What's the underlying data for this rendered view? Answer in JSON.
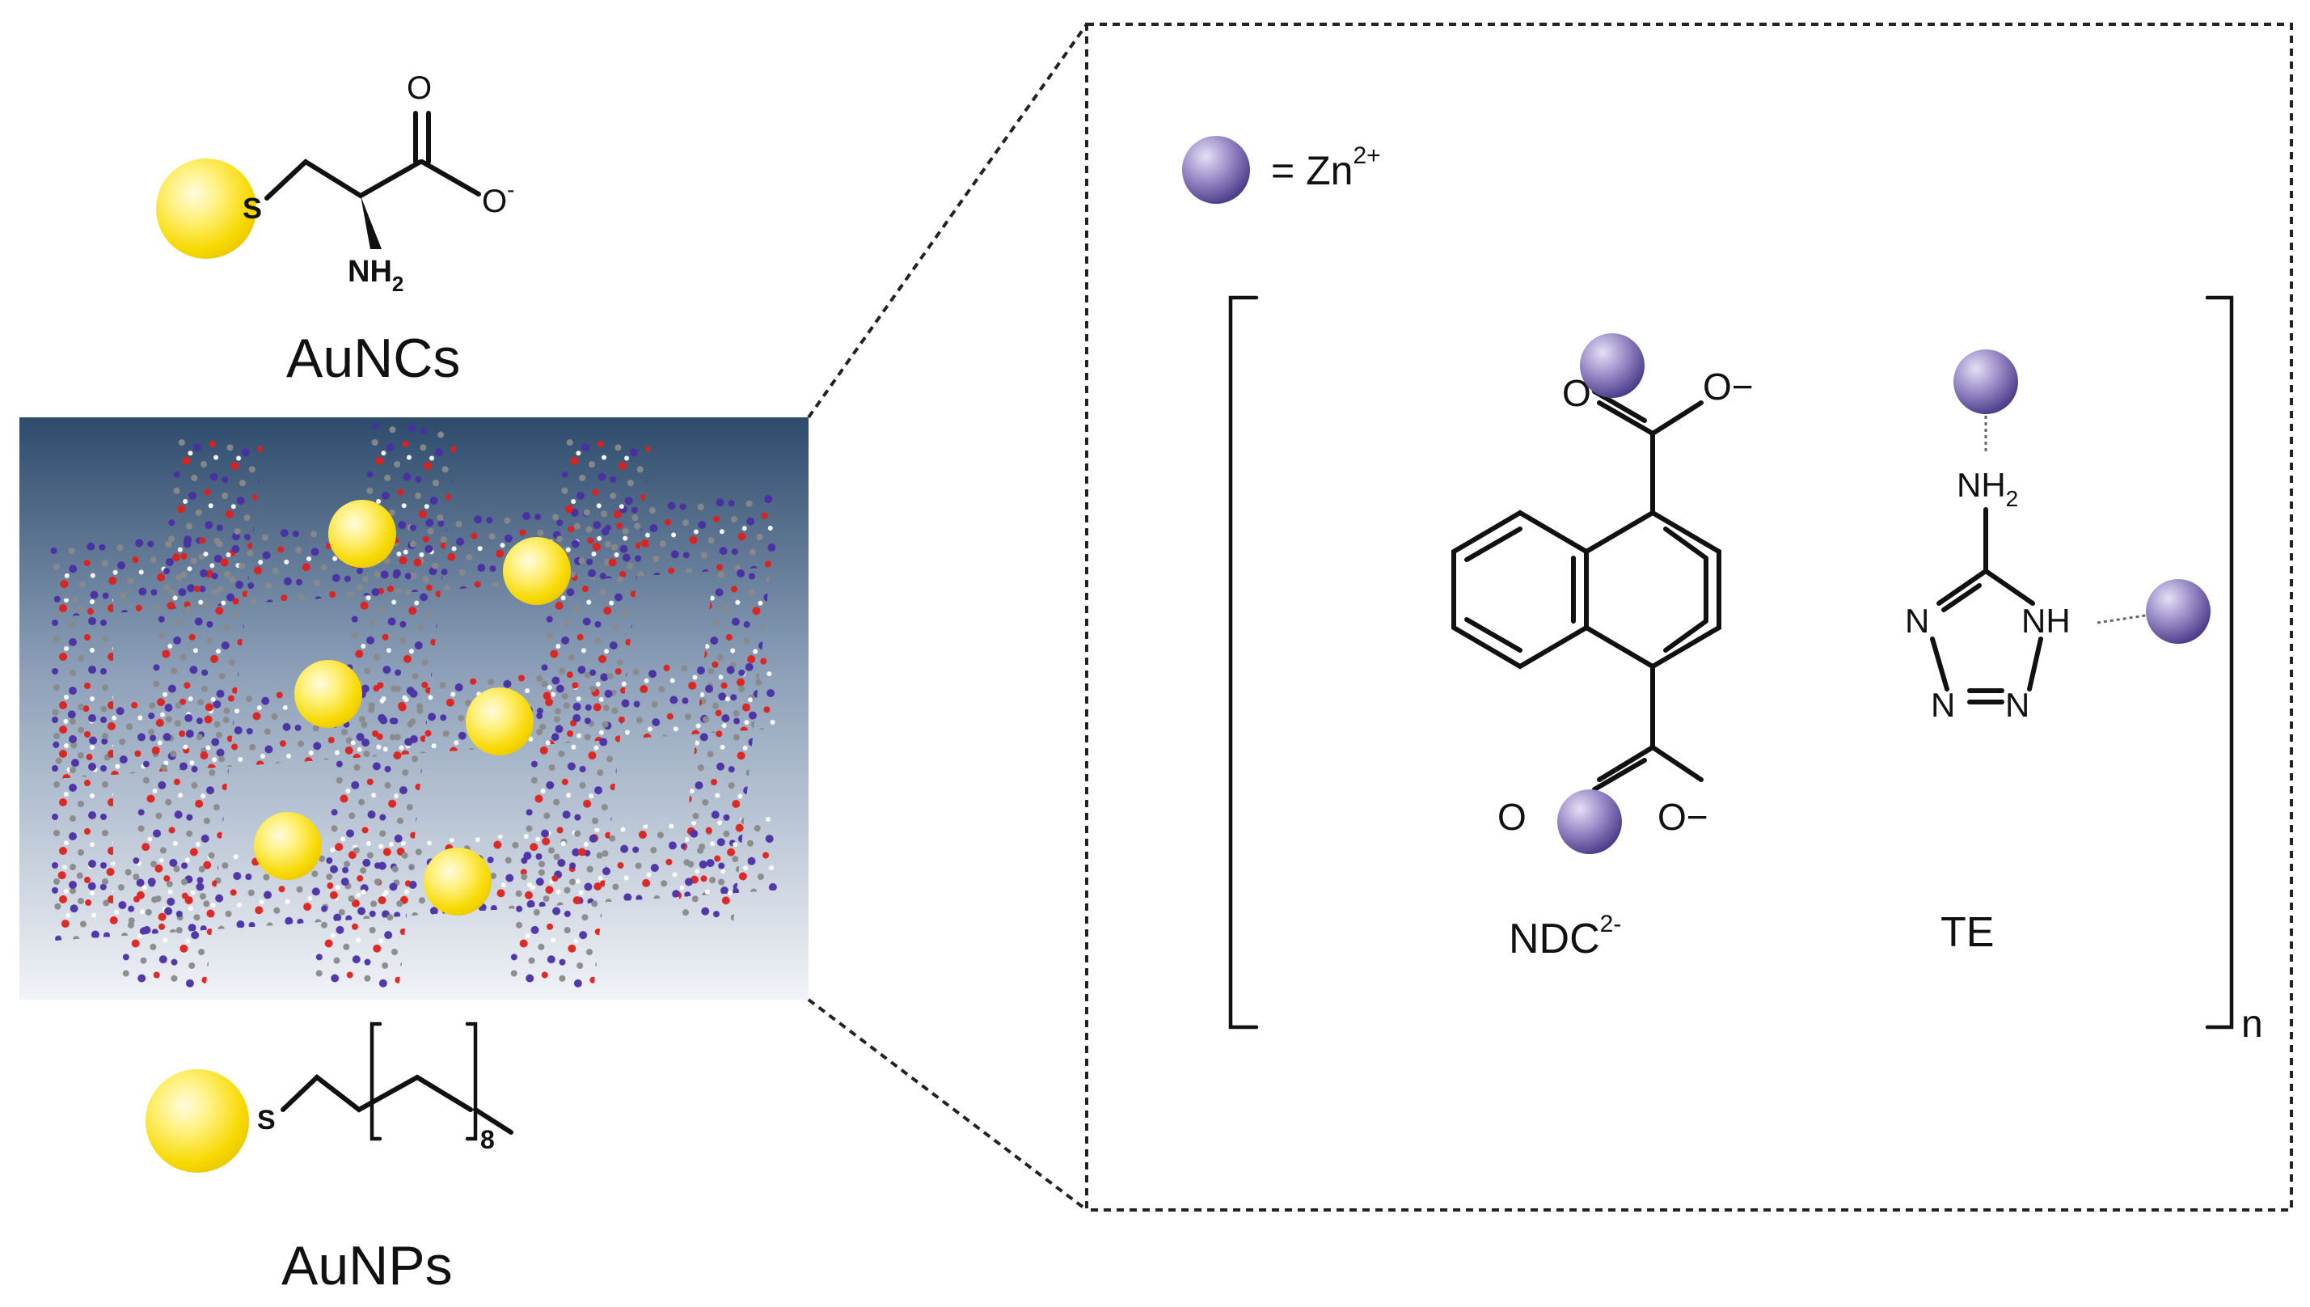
{
  "labels": {
    "aunc_title": "AuNCs",
    "aunp_title": "AuNPs",
    "s_top": "S",
    "o_carbonyl_top": "O",
    "o_anion_top": "O",
    "o_anion_charge": "-",
    "nh2_top": "NH",
    "nh2_top_sub": "2",
    "s_bottom": "S",
    "repeat_sub": "8",
    "legend_eq": "= Zn",
    "legend_charge": "2+",
    "ndc": "NDC",
    "ndc_charge": "2-",
    "te": "TE",
    "n_sub": "n",
    "o1": "O",
    "o1m": "O−",
    "o2": "O",
    "o2m": "O−",
    "nh2_te": "NH",
    "nh2_te_sub": "2",
    "n_left": "N",
    "nh_right": "NH",
    "n_bl": "N",
    "n_br": "N"
  },
  "colors": {
    "gold": "#f5d400",
    "zinc": "#5b4a9a",
    "mof_top": "#2e4b6c",
    "mof_bottom": "#f1f3f7",
    "oxygen_red": "#e0201b",
    "zinc_purple": "#4a2fa5",
    "carbon_grey": "#8a8a8a"
  }
}
